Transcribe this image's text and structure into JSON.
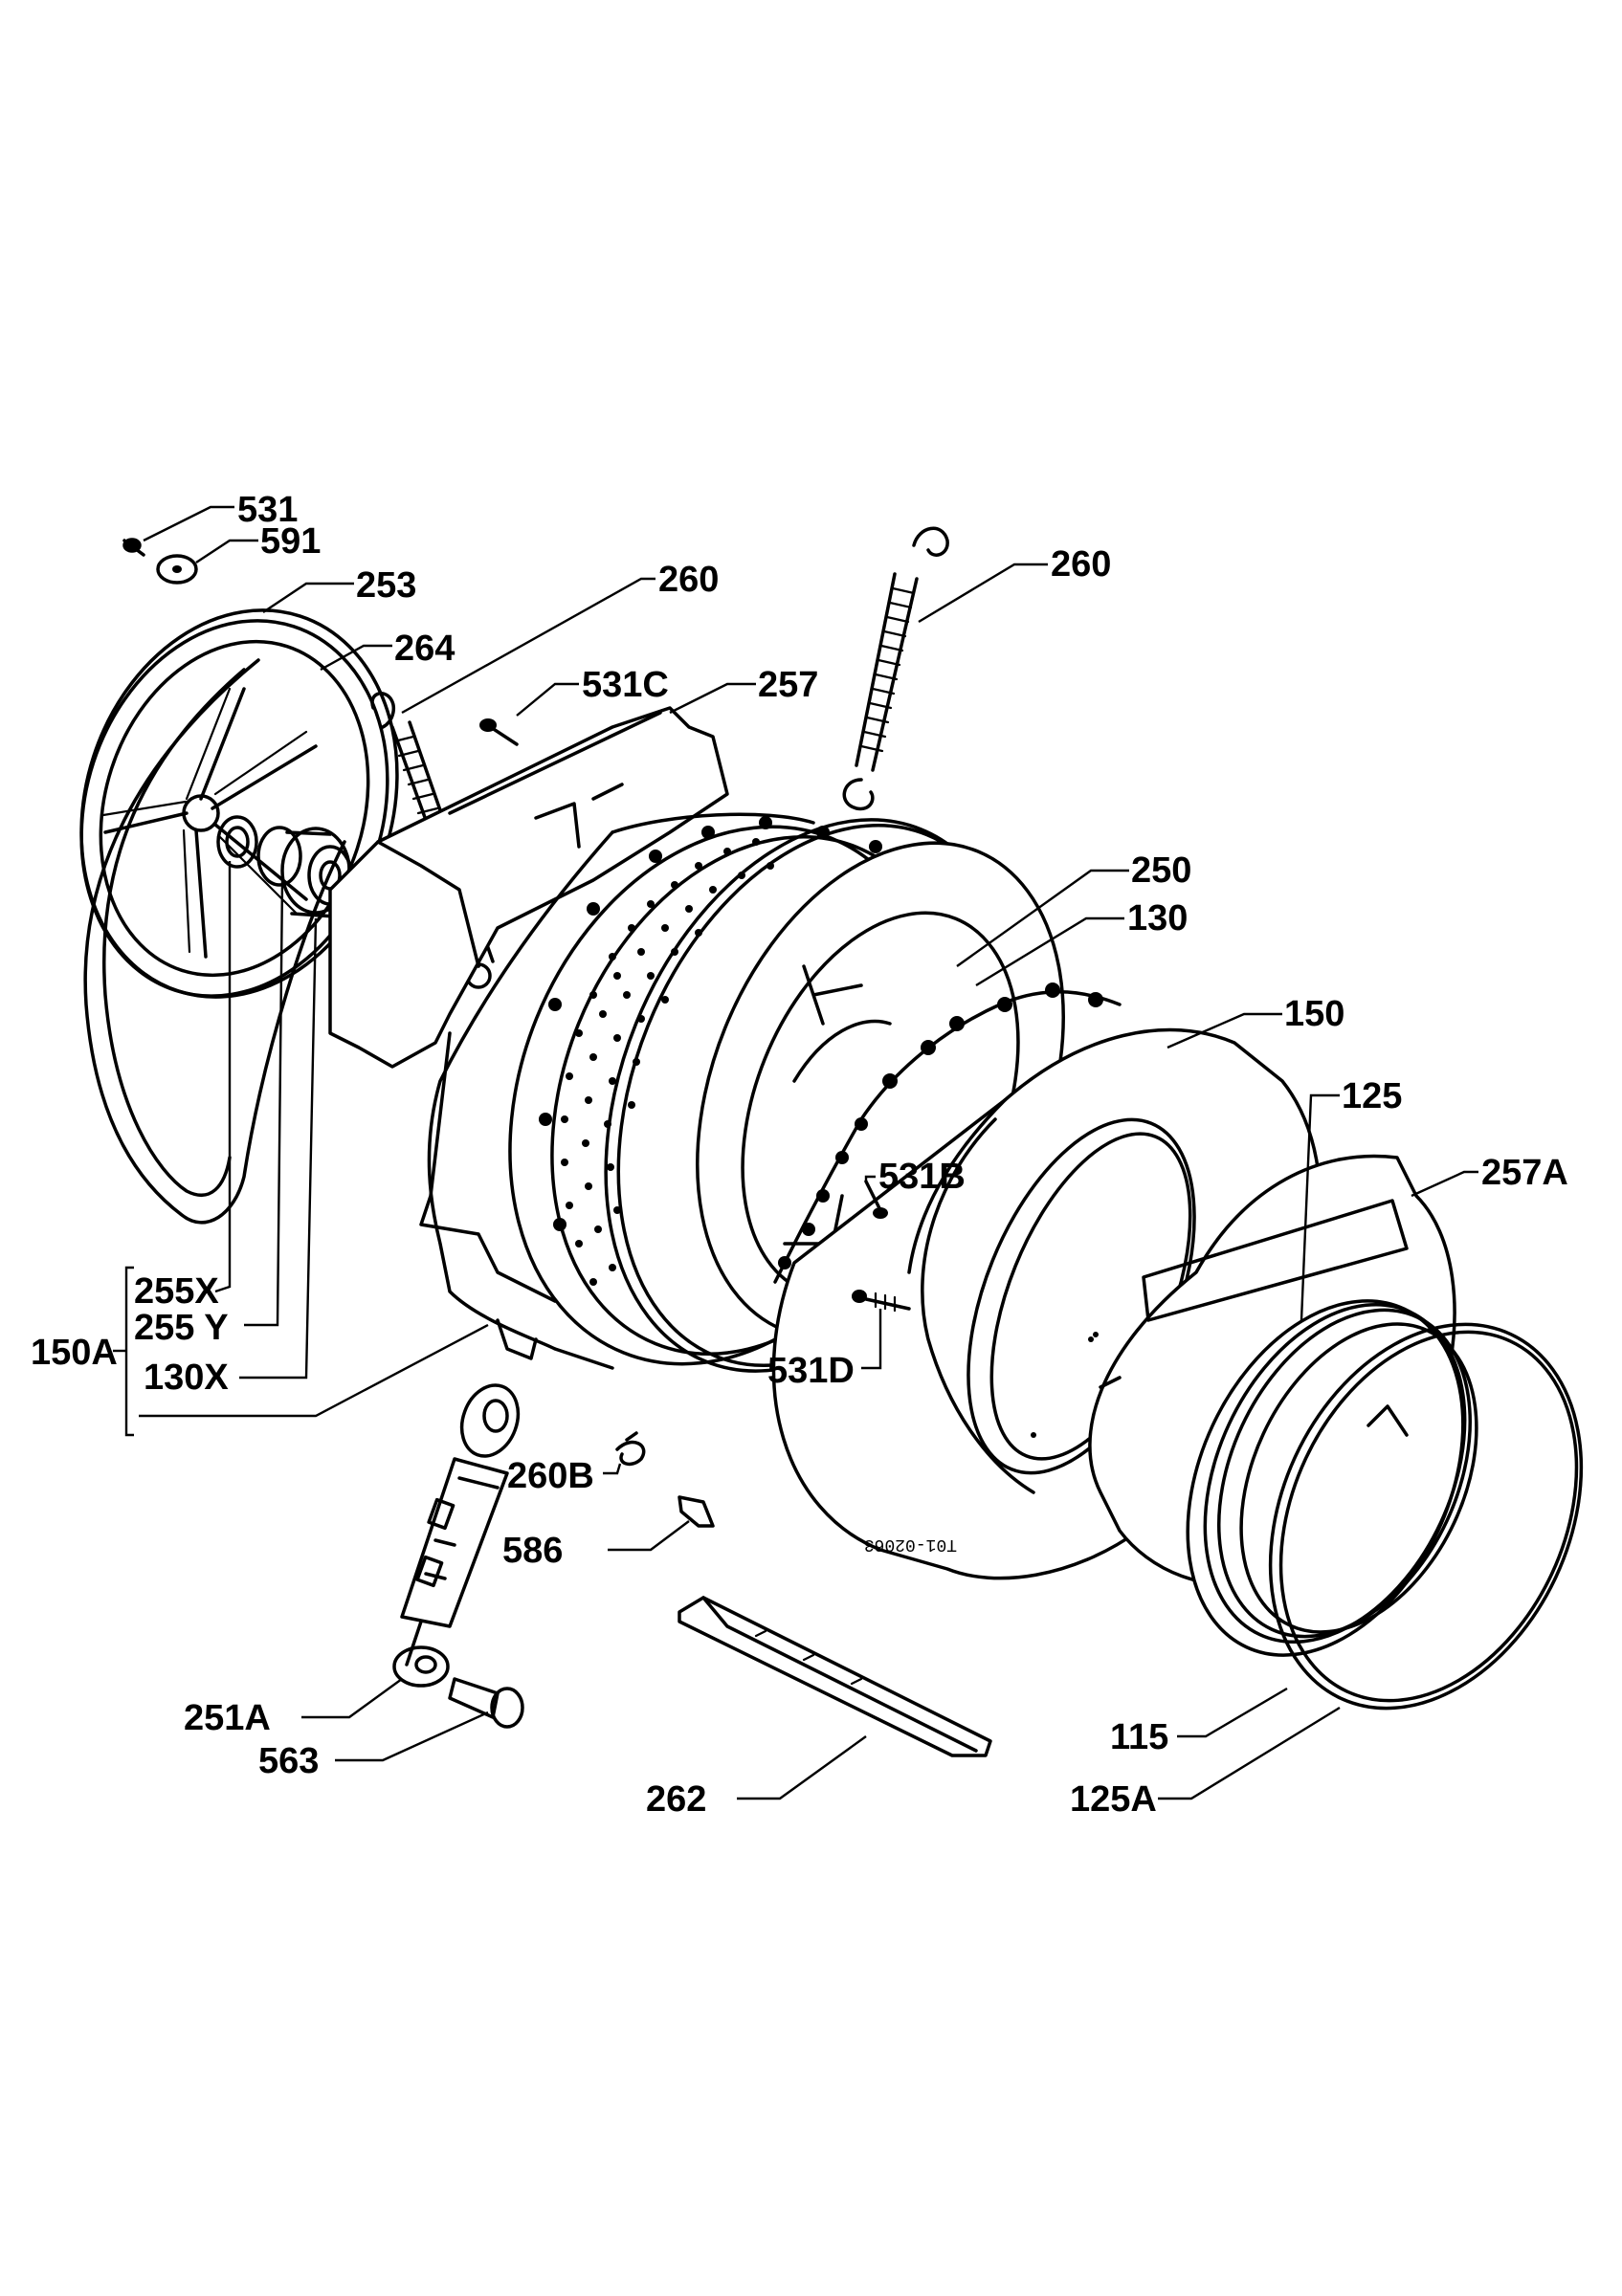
{
  "labels": {
    "l531": "531",
    "l591": "591",
    "l253": "253",
    "l264": "264",
    "l260a": "260",
    "l260b": "260",
    "l531c": "531C",
    "l257": "257",
    "l250": "250",
    "l130": "130",
    "l150": "150",
    "l125": "125",
    "l257a": "257A",
    "l531b": "531B",
    "l531d": "531D",
    "l255x": "255X",
    "l255y": "255  Y",
    "l150a": "150A",
    "l130x": "130X",
    "l260bb": "260B",
    "l586": "586",
    "l251a": "251A",
    "l563": "563",
    "l262": "262",
    "l115": "115",
    "l125a": "125A",
    "drawing_code": "T01-02063"
  }
}
